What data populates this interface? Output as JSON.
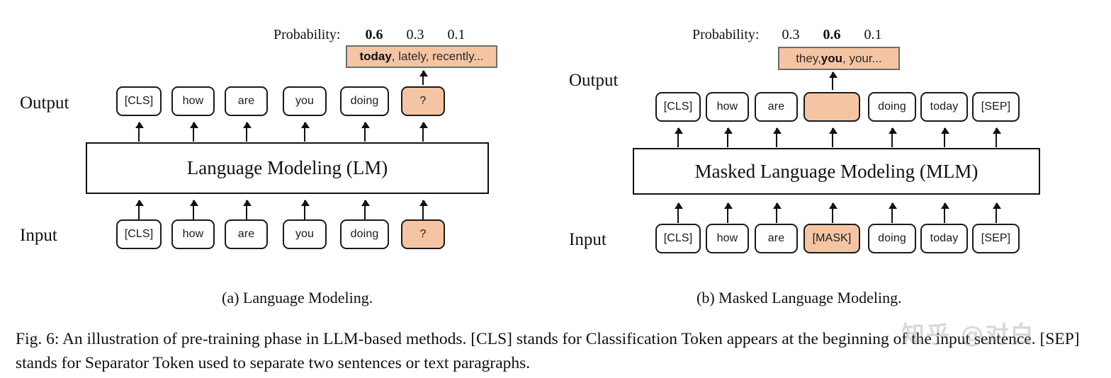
{
  "figure": {
    "caption": "Fig. 6: An illustration of pre-training phase in LLM-based methods. [CLS] stands for Classification Token appears at the beginning of the input sentence. [SEP] stands for Separator Token used to separate two sentences or text paragraphs.",
    "watermark": "知乎 @对白"
  },
  "panels": [
    {
      "id": "lm",
      "subcaption": "(a)  Language Modeling.",
      "output_label": "Output",
      "input_label": "Input",
      "model_label": "Language Modeling (LM)",
      "probability_label": "Probability:",
      "probabilities": [
        {
          "value": "0.6",
          "bold": true
        },
        {
          "value": "0.3",
          "bold": false
        },
        {
          "value": "0.1",
          "bold": false
        }
      ],
      "candidates_box": {
        "prefix": "",
        "highlight": "today",
        "suffix": ", lately, recently..."
      },
      "output_tokens": [
        {
          "text": "[CLS]",
          "highlight": false
        },
        {
          "text": "how",
          "highlight": false
        },
        {
          "text": "are",
          "highlight": false
        },
        {
          "text": "you",
          "highlight": false
        },
        {
          "text": "doing",
          "highlight": false
        },
        {
          "text": "?",
          "highlight": true
        }
      ],
      "input_tokens": [
        {
          "text": "[CLS]",
          "highlight": false
        },
        {
          "text": "how",
          "highlight": false
        },
        {
          "text": "are",
          "highlight": false
        },
        {
          "text": "you",
          "highlight": false
        },
        {
          "text": "doing",
          "highlight": false
        },
        {
          "text": "?",
          "highlight": true
        }
      ]
    },
    {
      "id": "mlm",
      "subcaption": "(b)  Masked Language Modeling.",
      "output_label": "Output",
      "input_label": "Input",
      "model_label": "Masked Language Modeling (MLM)",
      "probability_label": "Probability:",
      "probabilities": [
        {
          "value": "0.3",
          "bold": false
        },
        {
          "value": "0.6",
          "bold": true
        },
        {
          "value": "0.1",
          "bold": false
        }
      ],
      "candidates_box": {
        "prefix": "they, ",
        "highlight": "you",
        "suffix": ", your..."
      },
      "output_tokens": [
        {
          "text": "[CLS]",
          "highlight": false
        },
        {
          "text": "how",
          "highlight": false
        },
        {
          "text": "are",
          "highlight": false
        },
        {
          "text": "",
          "highlight": true
        },
        {
          "text": "doing",
          "highlight": false
        },
        {
          "text": "today",
          "highlight": false
        },
        {
          "text": "[SEP]",
          "highlight": false
        }
      ],
      "input_tokens": [
        {
          "text": "[CLS]",
          "highlight": false
        },
        {
          "text": "how",
          "highlight": false
        },
        {
          "text": "are",
          "highlight": false
        },
        {
          "text": "[MASK]",
          "highlight": true
        },
        {
          "text": "doing",
          "highlight": false
        },
        {
          "text": "today",
          "highlight": false
        },
        {
          "text": "[SEP]",
          "highlight": false
        }
      ]
    }
  ],
  "colors": {
    "highlight": "#F5C5A3",
    "stroke": "#1a1a1a",
    "text": "#111111"
  }
}
